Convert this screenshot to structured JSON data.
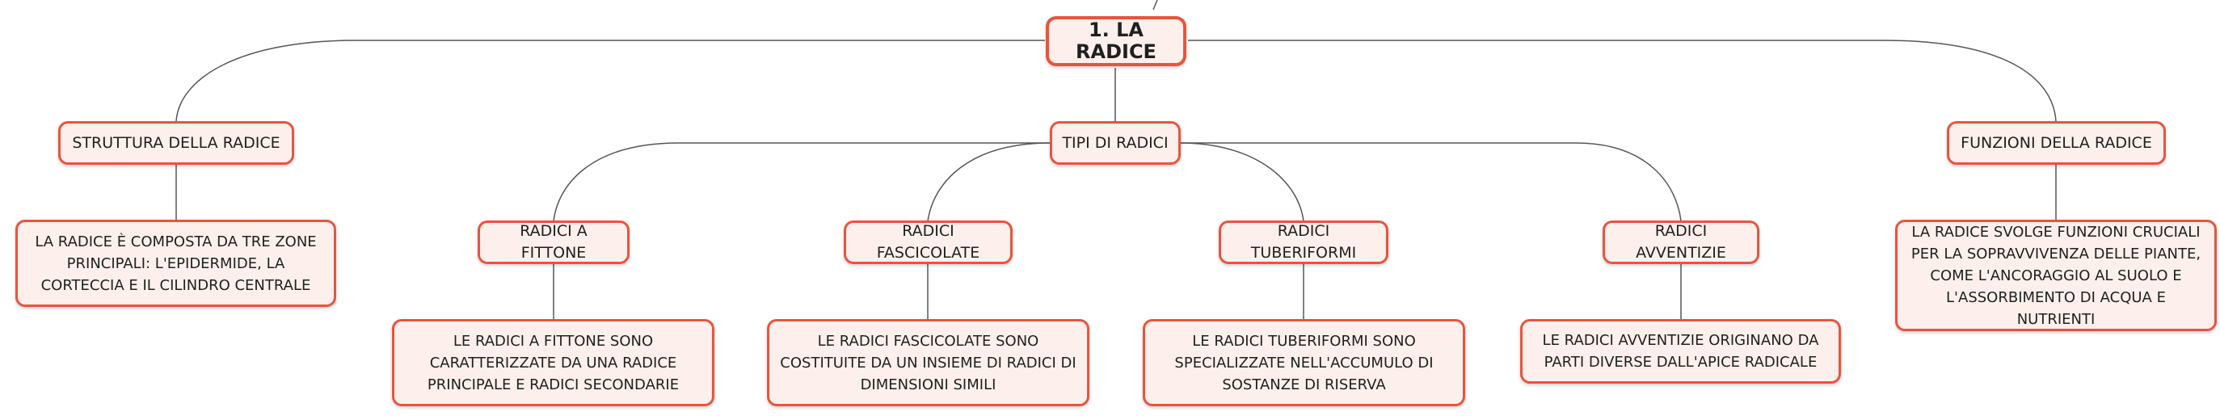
{
  "root": {
    "label": "1. LA RADICE"
  },
  "branches": [
    {
      "label": "STRUTTURA DELLA RADICE",
      "detail": "LA RADICE È COMPOSTA DA TRE ZONE PRINCIPALI: L'EPIDERMIDE, LA CORTECCIA E IL CILINDRO CENTRALE"
    },
    {
      "label": "TIPI DI RADICI",
      "children": [
        {
          "label": "RADICI A FITTONE",
          "detail": "LE RADICI A FITTONE SONO CARATTERIZZATE DA UNA RADICE PRINCIPALE E RADICI SECONDARIE"
        },
        {
          "label": "RADICI FASCICOLATE",
          "detail": "LE RADICI FASCICOLATE SONO COSTITUITE DA UN INSIEME DI RADICI DI DIMENSIONI SIMILI"
        },
        {
          "label": "RADICI TUBERIFORMI",
          "detail": "LE RADICI TUBERIFORMI SONO SPECIALIZZATE NELL'ACCUMULO DI SOSTANZE DI RISERVA"
        },
        {
          "label": "RADICI AVVENTIZIE",
          "detail": "LE RADICI AVVENTIZIE ORIGINANO DA PARTI DIVERSE DALL'APICE RADICALE"
        }
      ]
    },
    {
      "label": "FUNZIONI DELLA RADICE",
      "detail": "LA RADICE SVOLGE FUNZIONI CRUCIALI PER LA SOPRAVVIVENZA DELLE PIANTE, COME L'ANCORAGGIO AL SUOLO E L'ASSORBIMENTO DI ACQUA E NUTRIENTI"
    }
  ],
  "colors": {
    "node_border": "#e8543e",
    "node_fill": "#fdf0ec",
    "connector": "#555555"
  }
}
